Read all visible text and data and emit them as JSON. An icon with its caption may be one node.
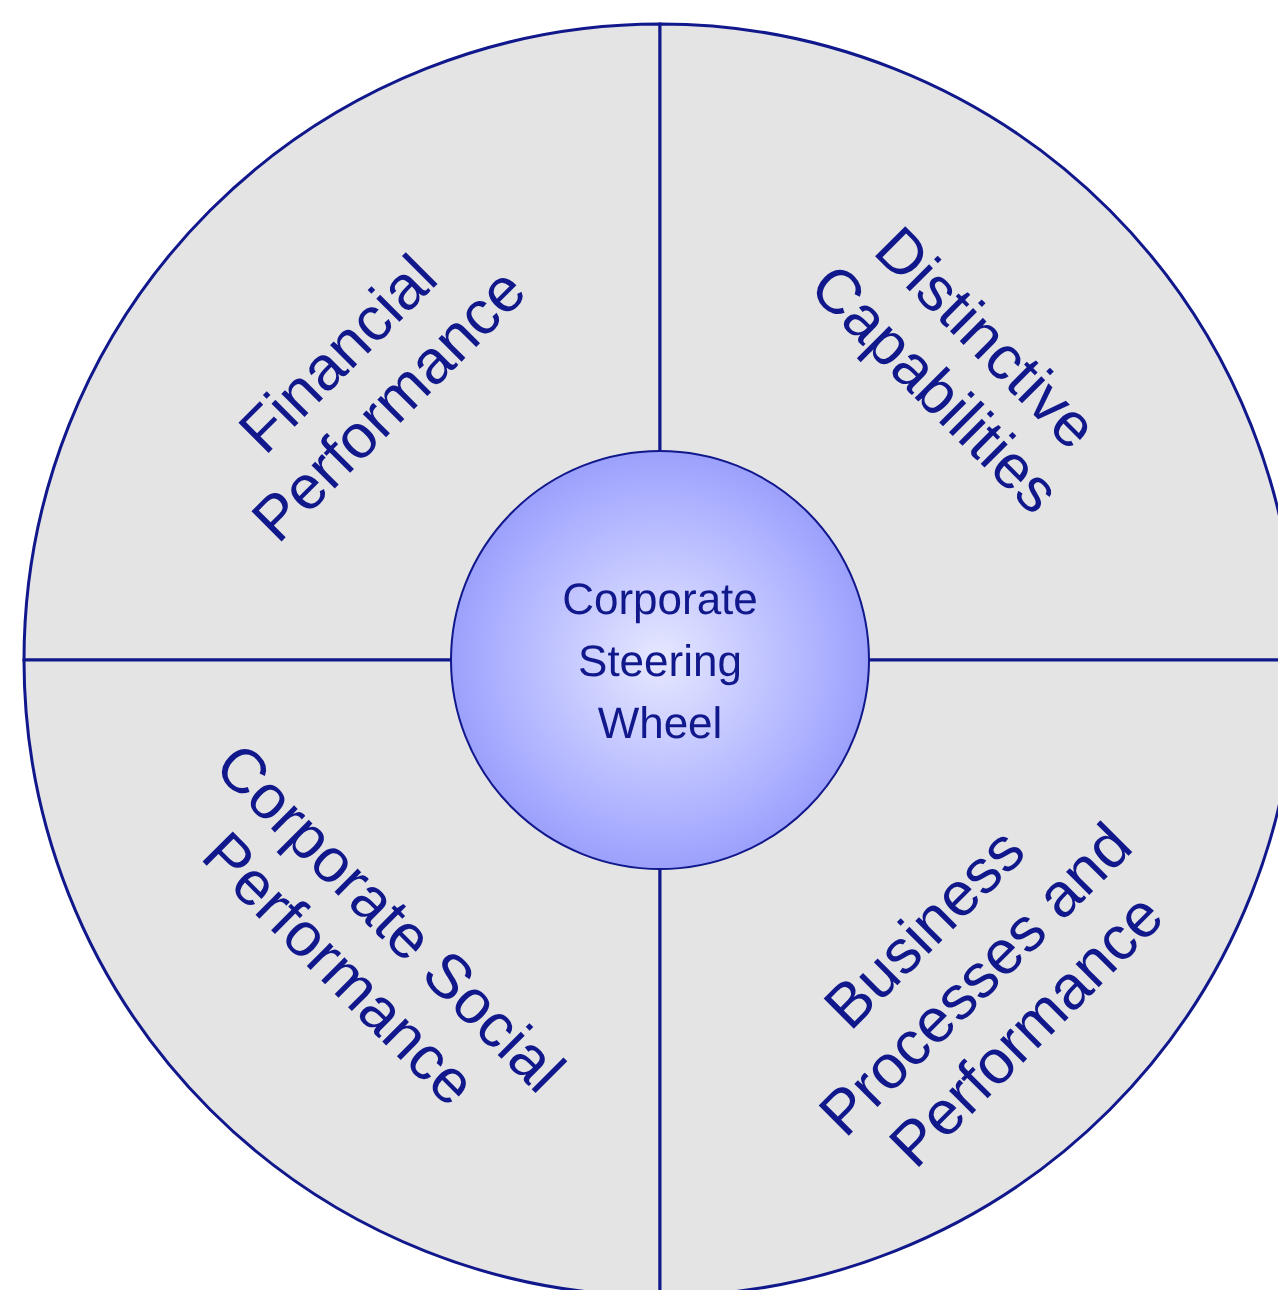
{
  "diagram": {
    "nodes": [
      {
        "text": [
          "Financial Performance"
        ]
      },
      {
        "text": [
          "Distinctive Capabilities"
        ]
      },
      {
        "text": [
          "Corporate Social Performance"
        ]
      },
      {
        "text": [
          "Business Processes and Performance"
        ]
      },
      {
        "text": [
          "Corporate Steering Wheel"
        ]
      }
    ]
  }
}
